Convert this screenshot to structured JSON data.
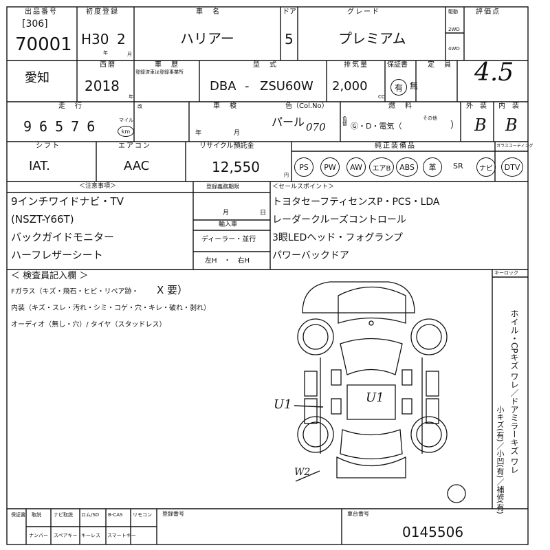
{
  "header": {
    "lot_label": "出品番号",
    "lot_bracket": "[306]",
    "lot_no": "70001",
    "first_reg_label": "初度登録",
    "era": "H30",
    "month": "2",
    "year_unit": "年",
    "month_unit": "月",
    "name_label": "車　名",
    "car_name": "ハリアー",
    "door_label": "ドア",
    "doors": "5",
    "grade_label": "グレード",
    "grade": "プレミアム",
    "drive_label": "駆動",
    "drive_2wd": "2WD",
    "drive_4wd": "4WD",
    "score_label": "評価点",
    "score": "4.5"
  },
  "row2": {
    "region": "愛知",
    "year_label": "西暦",
    "year": "2018",
    "year_unit": "年",
    "history_label": "車　歴",
    "history_note": "登録済車は登録事業所",
    "model_label": "型　式",
    "model_prefix": "DBA",
    "model_dash": "-",
    "model_code": "ZSU60W",
    "cc_label": "排気量",
    "cc": "2,000",
    "cc_unit": "CC",
    "warranty_label": "保証書",
    "warranty_yes": "有",
    "warranty_no": "無",
    "capacity_label": "定　員"
  },
  "row3": {
    "mileage_label": "走　行",
    "mileage_digits": [
      "9",
      "6",
      "5",
      "7",
      "6"
    ],
    "mileage_unit_mile": "マイル",
    "mileage_unit_km": "km",
    "odo_label": "改",
    "inspection_label": "車　検",
    "insp_year": "年",
    "insp_month": "月",
    "color_label": "色（Col.No）",
    "color": "パール",
    "color_code": "070",
    "color_change_label": "色替",
    "fuel_label": "燃　料",
    "fuel_options": "Ⓖ・D・電気（",
    "fuel_other": "その他",
    "fuel_close": "）",
    "exterior_label": "外　装",
    "exterior": "B",
    "interior_label": "内　装",
    "interior": "B"
  },
  "row4": {
    "shift_label": "シフト",
    "shift": "IAT.",
    "ac_label": "エアコン",
    "ac": "AAC",
    "recycle_label": "リサイクル預託金",
    "recycle": "12,550",
    "yen": "円",
    "equip_label": "純正装備品",
    "equip": [
      "PS",
      "PW",
      "AW",
      "エアB",
      "ABS",
      "革",
      "SR",
      "ナビ",
      "DTV"
    ],
    "glass_label": "ガラスコーティング"
  },
  "notes": {
    "label": "＜注意事項＞",
    "lines": [
      "9インチワイドナビ・TV",
      "(NSZT-Y66T)",
      "バックガイドモニター",
      "ハーフレザーシート"
    ]
  },
  "registration": {
    "label": "登録義務期限",
    "month": "月",
    "day": "日",
    "import_label": "輸入車",
    "import_value": "ディーラー・並行",
    "handle": "左H　・　右H"
  },
  "sales": {
    "label": "＜セールスポイント＞",
    "lines": [
      "トヨタセーフティセンスP・PCS・LDA",
      "レーダークルーズコントロール",
      "3眼LEDヘッド・フォグランプ",
      "パワーバックドア"
    ]
  },
  "inspector": {
    "label": "＜ 検査員記入欄 ＞",
    "line1": "Fガラス（キズ・飛石・ヒビ・リペア跡・",
    "line1_mark": "X 要）",
    "line2": "内装（キズ・スレ・汚れ・シミ・コゲ・穴・キレ・破れ・剥れ）",
    "line3": "オーディオ（無し・穴）/ タイヤ（スタッドレス）",
    "marks": [
      "U1",
      "U1",
      "W2"
    ]
  },
  "right_col": {
    "keylock_label": "キーロック",
    "vertical1": "ホイル・CPキズ ワレ／ドアミラーキズ ワレ",
    "vertical2": "小キズ(有)／小凹(有)／補修(有)"
  },
  "footer": {
    "items_top": [
      "保証書",
      "取説",
      "ナビ取説",
      "ロム/SD",
      "B-CAS",
      "リモコン"
    ],
    "items_bottom": [
      "ナンバー",
      "スペアキー",
      "キーレス",
      "スマートキー"
    ],
    "reg_label": "登録番号",
    "chassis_label": "車台番号",
    "chassis": "0145506"
  }
}
